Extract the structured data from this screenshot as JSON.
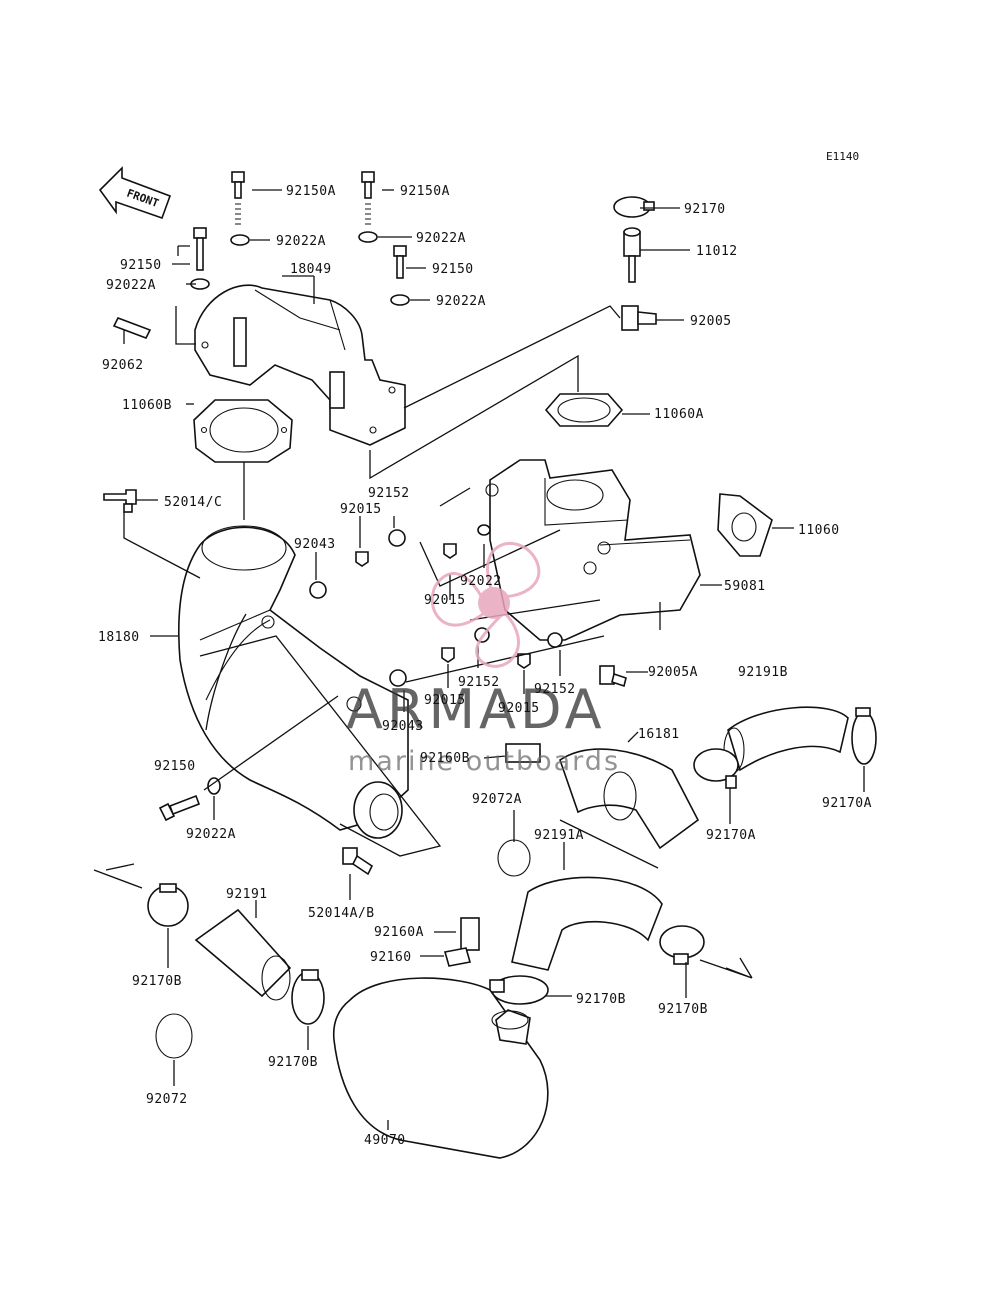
{
  "diagram_code": "E1140",
  "front_label": "FRONT",
  "watermark": {
    "title": "ARMADA",
    "subtitle": "marine outboards",
    "logo_color": "#e8a6bd"
  },
  "labels": {
    "p92150A_1": "92150A",
    "p92150A_2": "92150A",
    "p92022A_1": "92022A",
    "p92022A_2": "92022A",
    "p92150_1": "92150",
    "p18049": "18049",
    "p92150_2": "92150",
    "p92022A_3": "92022A",
    "p92022A_4": "92022A",
    "p92062": "92062",
    "p92170": "92170",
    "p11012": "11012",
    "p92005": "92005",
    "p11060B": "11060B",
    "p11060A": "11060A",
    "p52014C": "52014/C",
    "p92152_1": "92152",
    "p92015_1": "92015",
    "p11060": "11060",
    "p92043_1": "92043",
    "p92022_1": "92022",
    "p59081": "59081",
    "p92015_2": "92015",
    "p18180": "18180",
    "p92005A": "92005A",
    "p92191B": "92191B",
    "p92152_2": "92152",
    "p92152_3": "92152",
    "p92015_3": "92015",
    "p92015_4": "92015",
    "p92043_2": "92043",
    "p16181": "16181",
    "p92160B": "92160B",
    "p92150_3": "92150",
    "p92170A_1": "92170A",
    "p92072A": "92072A",
    "p92022A_5": "92022A",
    "p92191A": "92191A",
    "p92170A_2": "92170A",
    "p52014AB": "52014A/B",
    "p92191": "92191",
    "p92160A": "92160A",
    "p92160": "92160",
    "p92170B_1": "92170B",
    "p92170B_2": "92170B",
    "p92170B_3": "92170B",
    "p92170B_4": "92170B",
    "p92072": "92072",
    "p49070": "49070"
  }
}
